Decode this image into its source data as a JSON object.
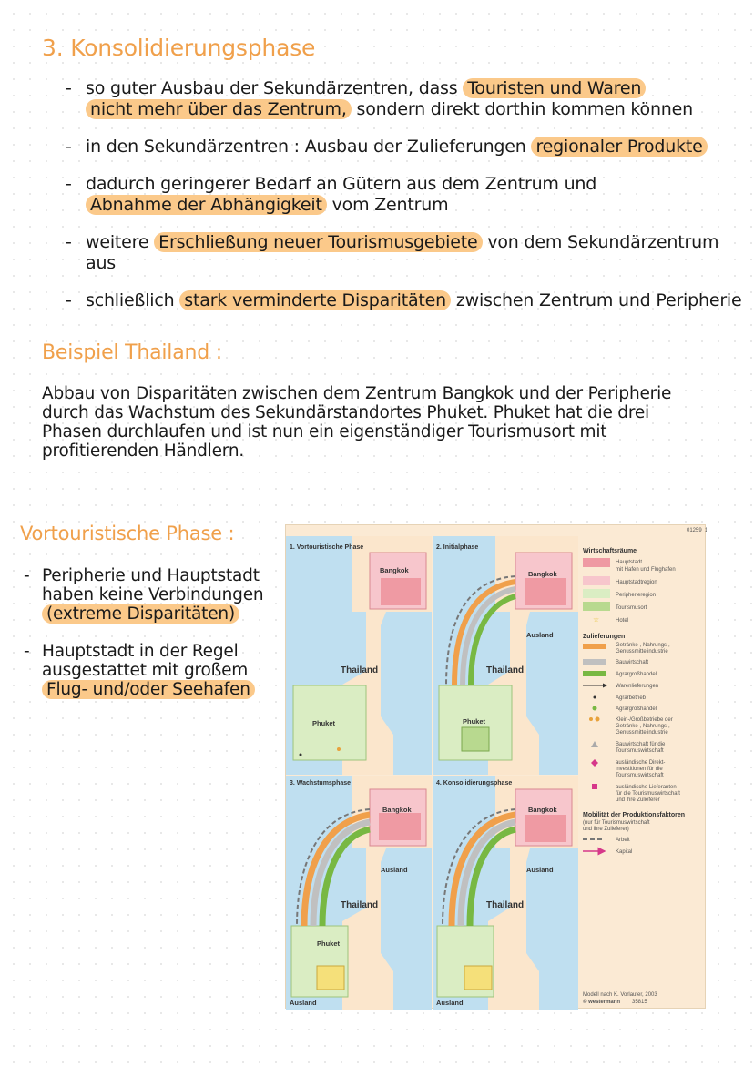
{
  "notes": {
    "konsol_heading": "3. Konsolidierungsphase",
    "bullets": [
      {
        "pre": "so guter Ausbau der Sekundärzentren, dass ",
        "hl": "Touristen und Waren",
        "line2_hl": "nicht mehr über das Zentrum,",
        "post": " sondern direkt dorthin kommen können"
      },
      {
        "pre": "in den Sekundärzentren : Ausbau der Zulieferungen ",
        "hl": "regionaler Produkte",
        "post": ""
      },
      {
        "pre": "dadurch geringerer Bedarf an Gütern aus dem Zentrum und",
        "line2_hl": "Abnahme der Abhängigkeit",
        "post": " vom Zentrum"
      },
      {
        "pre": "weitere ",
        "hl": "Erschließung neuer Tourismusgebiete",
        "post": " von dem Sekundärzentrum aus"
      },
      {
        "pre": "schließlich ",
        "hl": "stark verminderte Disparitäten",
        "post": " zwischen Zentrum und Peripherie"
      }
    ],
    "thai_heading": "Beispiel Thailand :",
    "thai_text": "Abbau von Disparitäten zwischen dem Zentrum Bangkok und der Peripherie durch das Wachstum des Sekundärstandortes Phuket. Phuket hat die drei Phasen durchlaufen und ist nun ein eigenständiger Tourismusort mit profitierenden Händlern.",
    "vortour_heading": "Vortouristische Phase :",
    "left_bullets": [
      {
        "text": "Peripherie und Hauptstadt haben keine Verbindungen",
        "hl": "(extreme Disparitäten)"
      },
      {
        "text": "Hauptstadt in der Regel ausgestattet mit großem",
        "hl": "Flug- und/oder Seehafen"
      }
    ]
  },
  "figure": {
    "code": "01259_1",
    "panels": [
      {
        "title": "1. Vortouristische Phase",
        "capital": "Bangkok",
        "country": "Thailand",
        "region": "Phuket"
      },
      {
        "title": "2. Initialphase",
        "capital": "Bangkok",
        "abroad": "Ausland",
        "country": "Thailand",
        "region": "Phuket"
      },
      {
        "title": "3. Wachstumsphase",
        "capital": "Bangkok",
        "abroad": "Ausland",
        "country": "Thailand",
        "region": "Phuket",
        "abroad2": "Ausland"
      },
      {
        "title": "4. Konsolidierungsphase",
        "capital": "Bangkok",
        "abroad": "Ausland",
        "country": "Thailand",
        "abroad2": "Ausland"
      }
    ],
    "legend": {
      "h1": "Wirtschaftsräume",
      "wr": [
        "Hauptstadt",
        "mit Hafen und Flughafen",
        "Hauptstadtregion",
        "Peripherieregion",
        "Tourismusort",
        "Hotel"
      ],
      "h2": "Zulieferungen",
      "zl": [
        "Getränke-, Nahrungs-,",
        "Genussmittelindustrie",
        "Bauwirtschaft",
        "Agrargroßhandel",
        "Warenlieferungen",
        "Agrarbetrieb",
        "Agrargroßhandel",
        "Klein-/Großbetriebe der",
        "Getränke-, Nahrungs-,",
        "Genussmittelindustrie",
        "Bauwirtschaft für die",
        "Tourismuswirtschaft",
        "ausländische Direkt-",
        "investitionen für die",
        "Tourismuswirtschaft",
        "ausländische Lieferanten",
        "für die Tourismuswirtschaft",
        "und ihre Zulieferer"
      ],
      "h3": "Mobilität der Produktionsfaktoren",
      "h3sub": [
        "(nur für Tourismuswirtschaft",
        "und ihre Zulieferer)"
      ],
      "mob": [
        "Arbeit",
        "Kapital"
      ],
      "source": "Modell nach K. Vorlaufer, 2003",
      "publisher": "© westermann",
      "pubcode": "35815"
    }
  }
}
